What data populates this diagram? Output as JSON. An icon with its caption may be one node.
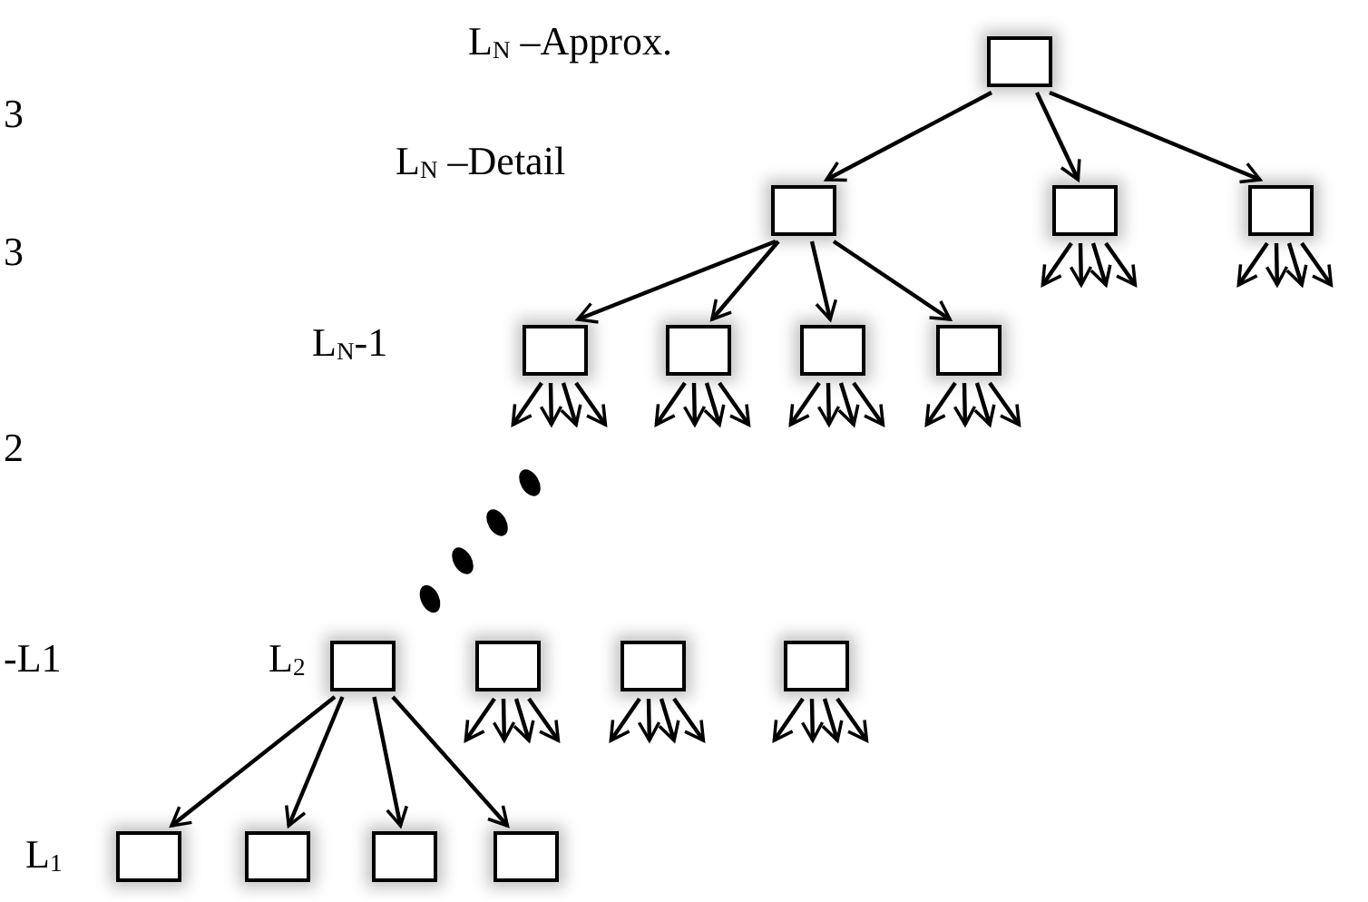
{
  "diagram": {
    "nodes": [
      {
        "text": [],
        "shape": "box"
      },
      {
        "text": [],
        "shape": "box"
      },
      {
        "text": [],
        "shape": "box"
      },
      {
        "text": [],
        "shape": "box"
      },
      {
        "text": [],
        "shape": "box"
      },
      {
        "text": [],
        "shape": "box"
      },
      {
        "text": [],
        "shape": "box"
      },
      {
        "text": [],
        "shape": "box"
      },
      {
        "text": [],
        "shape": "box"
      },
      {
        "text": [],
        "shape": "box"
      },
      {
        "text": [],
        "shape": "box"
      },
      {
        "text": [],
        "shape": "box"
      },
      {
        "text": [],
        "shape": "box"
      },
      {
        "text": [],
        "shape": "box"
      },
      {
        "text": [],
        "shape": "box"
      },
      {
        "text": [],
        "shape": "box"
      }
    ],
    "edges": [
      {
        "from": 0,
        "to": 1,
        "arrow": "to"
      },
      {
        "from": 0,
        "to": 2,
        "arrow": "to"
      },
      {
        "from": 0,
        "to": 3,
        "arrow": "to"
      },
      {
        "from": 2,
        "to": null,
        "arrow": "to"
      },
      {
        "from": 2,
        "to": null,
        "arrow": "to"
      },
      {
        "from": 2,
        "to": null,
        "arrow": "to"
      },
      {
        "from": 2,
        "to": null,
        "arrow": "to"
      },
      {
        "from": 3,
        "to": null,
        "arrow": "to"
      },
      {
        "from": 3,
        "to": null,
        "arrow": "to"
      },
      {
        "from": 3,
        "to": null,
        "arrow": "to"
      },
      {
        "from": 3,
        "to": null,
        "arrow": "to"
      },
      {
        "from": 1,
        "to": 4,
        "arrow": "to"
      },
      {
        "from": 1,
        "to": 5,
        "arrow": "to"
      },
      {
        "from": 1,
        "to": 6,
        "arrow": "to"
      },
      {
        "from": 1,
        "to": 7,
        "arrow": "to"
      },
      {
        "from": 4,
        "to": null,
        "arrow": "to"
      },
      {
        "from": 4,
        "to": null,
        "arrow": "to"
      },
      {
        "from": 4,
        "to": null,
        "arrow": "to"
      },
      {
        "from": 4,
        "to": null,
        "arrow": "to"
      },
      {
        "from": 5,
        "to": null,
        "arrow": "to"
      },
      {
        "from": 5,
        "to": null,
        "arrow": "to"
      },
      {
        "from": 5,
        "to": null,
        "arrow": "to"
      },
      {
        "from": 5,
        "to": null,
        "arrow": "to"
      },
      {
        "from": 6,
        "to": null,
        "arrow": "to"
      },
      {
        "from": 6,
        "to": null,
        "arrow": "to"
      },
      {
        "from": 6,
        "to": null,
        "arrow": "to"
      },
      {
        "from": 6,
        "to": null,
        "arrow": "to"
      },
      {
        "from": 7,
        "to": null,
        "arrow": "to"
      },
      {
        "from": 7,
        "to": null,
        "arrow": "to"
      },
      {
        "from": 7,
        "to": null,
        "arrow": "to"
      },
      {
        "from": 7,
        "to": null,
        "arrow": "to"
      },
      {
        "from": 9,
        "to": null,
        "arrow": "to"
      },
      {
        "from": 9,
        "to": null,
        "arrow": "to"
      },
      {
        "from": 9,
        "to": null,
        "arrow": "to"
      },
      {
        "from": 9,
        "to": null,
        "arrow": "to"
      },
      {
        "from": 10,
        "to": null,
        "arrow": "to"
      },
      {
        "from": 10,
        "to": null,
        "arrow": "to"
      },
      {
        "from": 10,
        "to": null,
        "arrow": "to"
      },
      {
        "from": 10,
        "to": null,
        "arrow": "to"
      },
      {
        "from": 11,
        "to": null,
        "arrow": "to"
      },
      {
        "from": 11,
        "to": null,
        "arrow": "to"
      },
      {
        "from": 11,
        "to": null,
        "arrow": "to"
      },
      {
        "from": 11,
        "to": null,
        "arrow": "to"
      },
      {
        "from": 8,
        "to": 12,
        "arrow": "to"
      },
      {
        "from": 8,
        "to": 13,
        "arrow": "to"
      },
      {
        "from": 8,
        "to": 14,
        "arrow": "to"
      },
      {
        "from": 8,
        "to": 15,
        "arrow": "to"
      }
    ],
    "labels": [
      "L$_{N}$ –Approx.",
      "3",
      "L$_{N}$ –Detail",
      "3",
      "L$_{N}$-1",
      "2",
      "-L1",
      "L$_{2}$",
      "L$_{1}$"
    ]
  }
}
